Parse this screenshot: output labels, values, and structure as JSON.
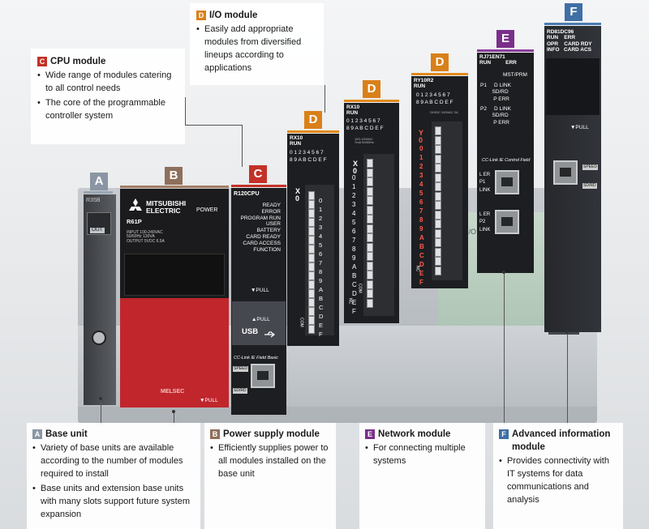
{
  "colors": {
    "A": "#8a96a3",
    "B": "#8e6f5c",
    "C": "#c33127",
    "D": "#d98019",
    "E": "#7a2f8a",
    "F": "#3f6fa5",
    "bar_A": "#9aa6b2",
    "bar_B": "#a57e64",
    "bar_C": "#c33127",
    "bar_D": "#e08a1e",
    "bar_E": "#8a3d9a",
    "bar_F": "#4a7cb0",
    "psu_red": "#c0262c"
  },
  "tags": {
    "A": "A",
    "B": "B",
    "C": "C",
    "D": "D",
    "E": "E",
    "F": "F"
  },
  "callouts": {
    "cpu": {
      "letter": "C",
      "title": "CPU module",
      "bullets": [
        "Wide range of modules catering to all control needs",
        "The core of the programmable controller system"
      ]
    },
    "io": {
      "letter": "D",
      "title": "I/O module",
      "bullets": [
        "Easily add appropriate modules from diversified lineups according to applications"
      ]
    },
    "base": {
      "letter": "A",
      "title": "Base unit",
      "bullets": [
        "Variety of base units are available according to the number of modules required to install",
        "Base units and extension base units with many slots support future system expansion"
      ]
    },
    "power": {
      "letter": "B",
      "title": "Power supply module",
      "bullets": [
        "Efficiently supplies power to all modules installed on the base unit"
      ]
    },
    "network": {
      "letter": "E",
      "title": "Network module",
      "bullets": [
        "For connecting multiple systems"
      ]
    },
    "advanced": {
      "letter": "F",
      "title": "Advanced information module",
      "bullets": [
        "Provides connectivity with IT systems for data communications and analysis"
      ]
    }
  },
  "hardware": {
    "base_model": "R35B",
    "base_model_right": "R35B",
    "out_label": "OUT",
    "psu_brand": "MITSUBISHI\nELECTRIC",
    "psu_power": "POWER",
    "psu_model": "R61P",
    "psu_input": "INPUT 100-240VAC\n50/60Hz 130VA\nOUTPUT 5VDC 6.5A",
    "psu_badge": "MELSEC",
    "pull": "▼PULL",
    "cpu_model": "R120CPU",
    "cpu_status": "READY\nERROR\nPROGRAM RUN\nUSER\nBATTERY\nCARD READY\nCARD ACCESS\nFUNCTION",
    "cpu_pull_down": "▼PULL",
    "cpu_pull_up": "▲PULL",
    "cpu_usb": "USB",
    "cpu_cclink": "CC-Link IE Field Basic",
    "cpu_speed": "SPEED",
    "cpu_sdrd": "SD/RD",
    "io1_model": "RX10\nRUN",
    "io1_grid": "0 1 2 3 4 5 6 7\n8 9 A B C D E F",
    "io2_model": "RX10\nRUN",
    "io2_grid": "0 1 2 3 4 5 6 7\n8 9 A B C D E F",
    "io2_rating": "100-120VAC\n7mA 50/60Hz",
    "io3_model": "RY10R2\nRUN",
    "io3_grid": "0 1 2 3 4 5 6 7\n8 9 A B C D E F",
    "io3_rating": "24VDC 240VAC 2A",
    "io_col_chars": "0 1 2 3 4 5 6 7 8 9 A B C D E F",
    "io_com": "COM",
    "io_nc": "NC",
    "io_x": "X\n0",
    "io_y": "Y\n0",
    "net_model": "RJ71EN71\nRUN          ERR",
    "net_mst": "MST/PRM",
    "net_p1": "P1     D LINK\n        SD/RD\n         P ERR",
    "net_p2": "P2     D LINK\n        SD/RD\n         P ERR",
    "net_cclink": "CC-Link IE Control Field",
    "net_port1": "L ER\nP1\nLINK",
    "net_port2": "L ER\nP2\nLINK",
    "adv_model": "RD81DC96\nRUN    ERR\nOPR    CARD RDY\nINFO   CARD ACS",
    "adv_pull": "▼PULL",
    "adv_speed": "SPEED",
    "adv_sdrd": "SD/RD",
    "base_io_label": "I/O"
  }
}
